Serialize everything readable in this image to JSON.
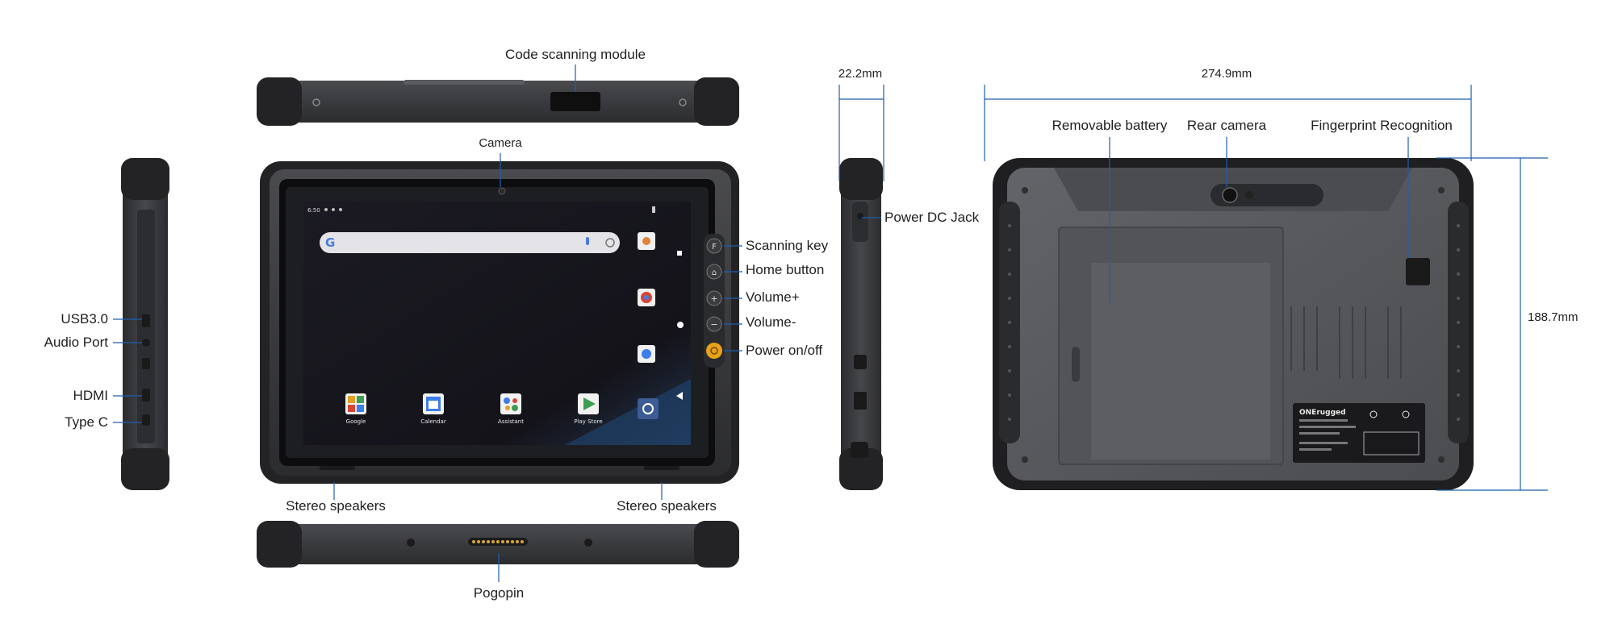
{
  "labels": {
    "code_scanning_module": "Code scanning module",
    "camera": "Camera",
    "scanning_key": "Scanning key",
    "home_button": "Home button",
    "volume_up": "Volume+",
    "volume_down": "Volume-",
    "power_on_off": "Power on/off",
    "stereo_speakers_left": "Stereo speakers",
    "stereo_speakers_right": "Stereo speakers",
    "pogopin": "Pogopin",
    "usb30": "USB3.0",
    "audio_port": "Audio Port",
    "hdmi": "HDMI",
    "type_c": "Type C",
    "power_dc_jack": "Power DC Jack",
    "removable_battery": "Removable battery",
    "rear_camera": "Rear camera",
    "fingerprint_recognition": "Fingerprint Recognition"
  },
  "dimensions": {
    "thickness": "22.2mm",
    "width": "274.9mm",
    "height": "188.7mm"
  },
  "screen": {
    "time": "6:50",
    "apps": [
      {
        "label": "Google",
        "icon": "google-folder-icon"
      },
      {
        "label": "Calendar",
        "icon": "calendar-icon"
      },
      {
        "label": "Assistant",
        "icon": "assistant-icon"
      },
      {
        "label": "Play Store",
        "icon": "play-store-icon"
      }
    ],
    "side_apps": [
      "photos-icon",
      "chrome-icon",
      "messages-icon",
      "settings-icon"
    ]
  },
  "buttons": {
    "scan_key_glyph": "F",
    "home_glyph": "⌂",
    "vol_up_glyph": "+",
    "vol_down_glyph": "−"
  },
  "rear_label": {
    "brand": "ONErugged"
  },
  "colors": {
    "body": "#3a3a3d",
    "bumper": "#222224",
    "screen_bg": "#14131a",
    "leader": "#1f5fae",
    "power_button": "#e8a21a",
    "rear_panel": "#56585c"
  }
}
